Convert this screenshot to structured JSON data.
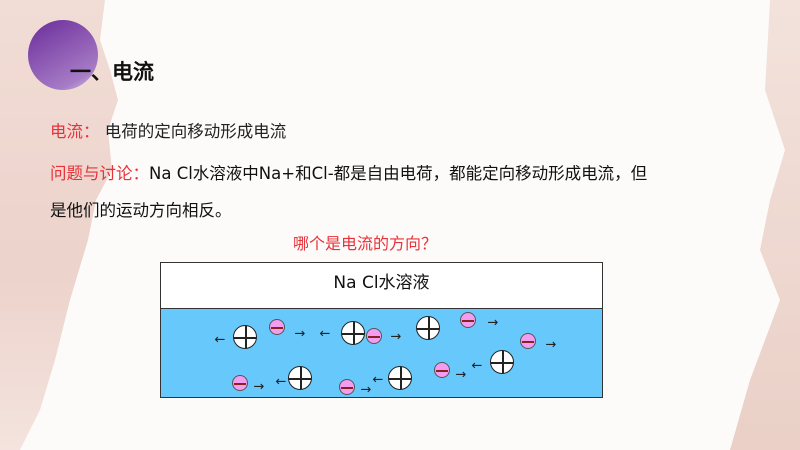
{
  "heading": {
    "number": "一、",
    "title": "电流"
  },
  "definition": {
    "label": "电流：",
    "text": "电荷的定向移动形成电流"
  },
  "discussion": {
    "label": "问题与讨论：",
    "text_line1": "Na Cl水溶液中Na+和Cl-都是自由电荷，都能定向移动形成电流，但",
    "text_line2": "是他们的运动方向相反。"
  },
  "question": "哪个是电流的方向？",
  "diagram": {
    "title": "Na Cl水溶液",
    "solution_color": "#66c8fb",
    "positive_ion": "plus-ion",
    "negative_ion": "minus-ion"
  },
  "colors": {
    "accent_red": "#e8323a",
    "circle_purple": "#6a2c9a"
  }
}
